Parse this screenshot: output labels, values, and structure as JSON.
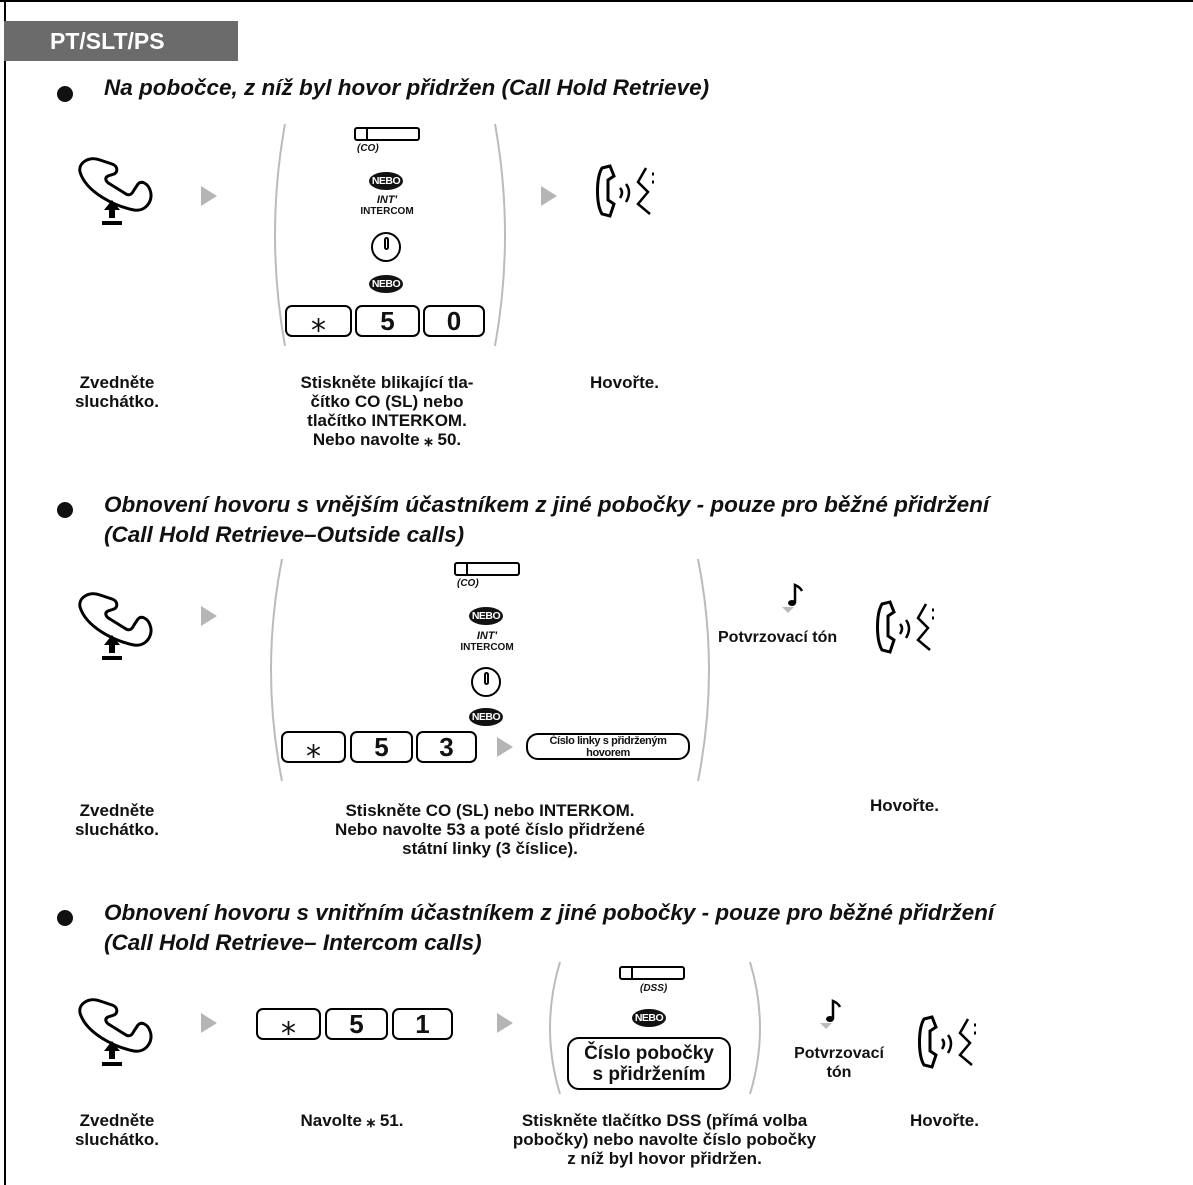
{
  "tab": {
    "label": "PT/SLT/PS"
  },
  "section1": {
    "heading": "Na pobočce, z níž byl hovor přidržen (Call Hold Retrieve)",
    "co_label": "(CO)",
    "nebo1": "NEBO",
    "int_label": "INT'",
    "intercom_label": "INTERCOM",
    "nebo2": "NEBO",
    "keys": [
      "⁎",
      "5",
      "0"
    ],
    "step1": "Zvedněte sluchátko.",
    "step2_l1": "Stiskněte blikající tla-",
    "step2_l2a": "čítko ",
    "step2_l2b": "CO",
    "step2_l2c": " (SL) nebo",
    "step2_l3a": "tlačítko ",
    "step2_l3b": "INTERKOM",
    "step2_l3c": ".",
    "step2_l4": "Nebo navolte ⁎ 50.",
    "step3": "Hovořte."
  },
  "section2": {
    "heading_l1": "Obnovení hovoru s vnějším účastníkem z jiné pobočky - pouze pro běžné přidržení",
    "heading_l2": "(Call Hold Retrieve–Outside calls)",
    "co_label": "(CO)",
    "nebo1": "NEBO",
    "int_label": "INT'",
    "intercom_label": "INTERCOM",
    "nebo2": "NEBO",
    "keys": [
      "⁎",
      "5",
      "3"
    ],
    "line_number_label": "Číslo linky s přidrženým hovorem",
    "tone_label": "Potvrzovací tón",
    "step1": "Zvedněte sluchátko.",
    "step2_l1a": "Stiskněte ",
    "step2_l1b": "CO",
    "step2_l1c": " (SL) nebo ",
    "step2_l1d": "INTERKOM",
    "step2_l1e": ".",
    "step2_l2a": "Nebo navolte ",
    "step2_l2b": "53",
    "step2_l2c": " a poté ",
    "step2_l2d": "číslo přidržené",
    "step2_l3a": "státní linky",
    "step2_l3b": " (3 číslice).",
    "step3": "Hovořte."
  },
  "section3": {
    "heading_l1": "Obnovení hovoru s vnitřním účastníkem z jiné pobočky - pouze pro běžné přidržení",
    "heading_l2": "(Call Hold Retrieve– Intercom calls)",
    "keys": [
      "⁎",
      "5",
      "1"
    ],
    "dss_label": "(DSS)",
    "nebo": "NEBO",
    "ext_label_l1": "Číslo pobočky",
    "ext_label_l2": "s přidržením",
    "tone_l1": "Potvrzovací",
    "tone_l2": "tón",
    "step1": "Zvedněte sluchátko.",
    "step2a": "Navolte ⁎ ",
    "step2b": "51",
    "step2c": ".",
    "step3_l1a": "Stiskněte tlačítko ",
    "step3_l1b": "DSS",
    "step3_l1c": " (přímá volba",
    "step3_l2a": "pobočky) nebo navolte ",
    "step3_l2b": "číslo pobočky",
    "step3_l3": "z níž byl hovor přidržen",
    "step3_l3end": ".",
    "step4": "Hovořte."
  }
}
